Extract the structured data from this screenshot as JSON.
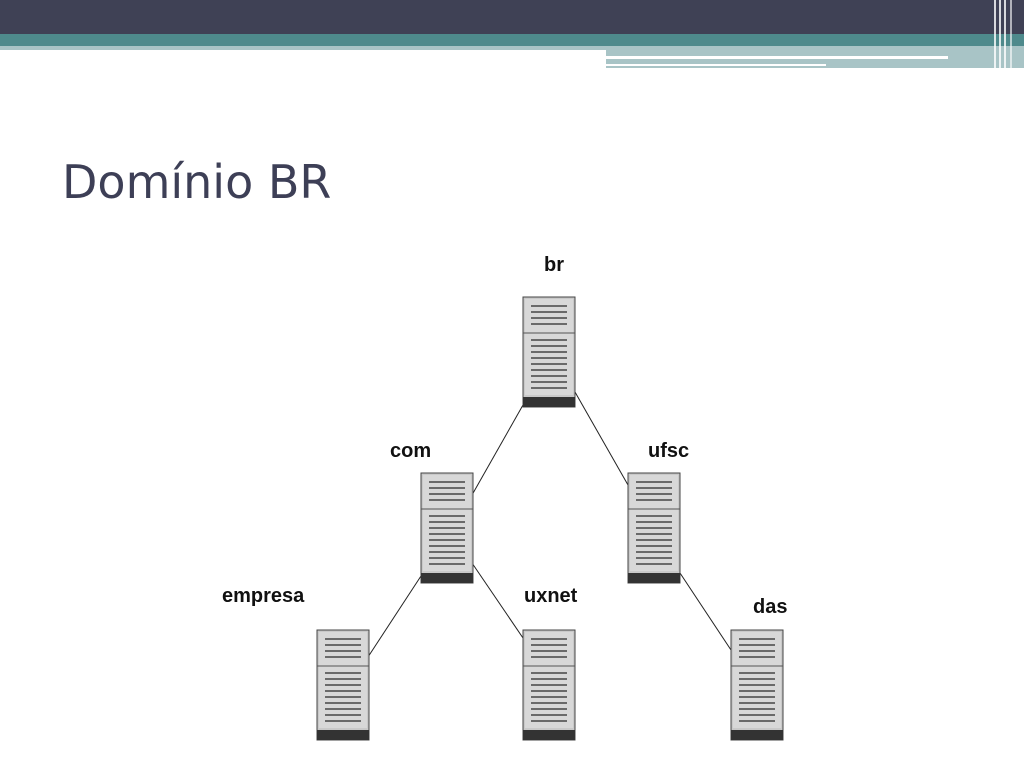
{
  "slide": {
    "title": "Domínio BR"
  },
  "colors": {
    "header_dark": "#3f4155",
    "header_accent": "#4e8a8c",
    "header_light": "#a8c4c6",
    "title_text": "#3d3f56"
  },
  "diagram": {
    "nodes": [
      {
        "id": "br",
        "label": "br",
        "icon": "server-icon"
      },
      {
        "id": "com",
        "label": "com",
        "icon": "server-icon"
      },
      {
        "id": "ufsc",
        "label": "ufsc",
        "icon": "server-icon"
      },
      {
        "id": "empresa",
        "label": "empresa",
        "icon": "server-icon"
      },
      {
        "id": "uxnet",
        "label": "uxnet",
        "icon": "server-icon"
      },
      {
        "id": "das",
        "label": "das",
        "icon": "server-icon"
      }
    ],
    "edges": [
      {
        "from": "br",
        "to": "com"
      },
      {
        "from": "br",
        "to": "ufsc"
      },
      {
        "from": "com",
        "to": "empresa"
      },
      {
        "from": "com",
        "to": "uxnet"
      },
      {
        "from": "ufsc",
        "to": "das"
      }
    ]
  }
}
